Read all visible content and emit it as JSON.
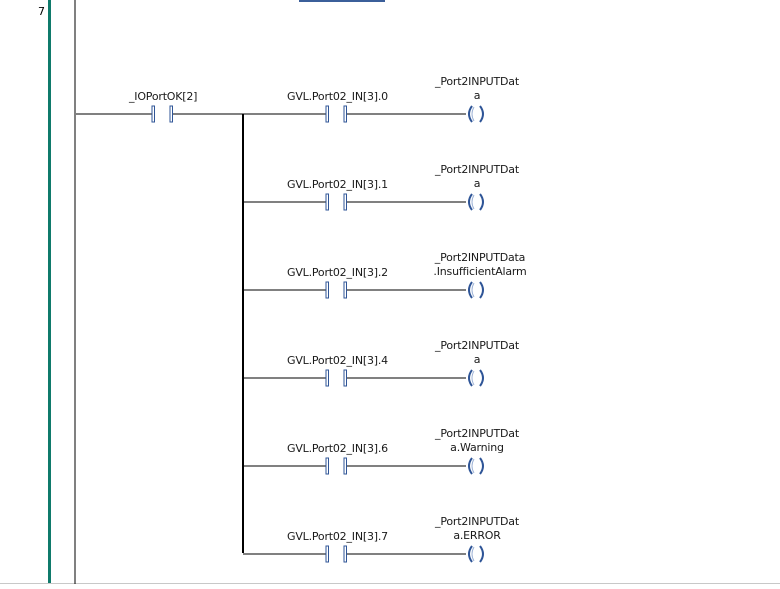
{
  "rung": {
    "number": "7"
  },
  "input_contact": {
    "label": "_IOPortOK[2]"
  },
  "branches": [
    {
      "contact_label": "GVL.Port02_IN[3].0",
      "coil_line1": "_Port2INPUTDat",
      "coil_line2": "a"
    },
    {
      "contact_label": "GVL.Port02_IN[3].1",
      "coil_line1": "_Port2INPUTDat",
      "coil_line2": "a"
    },
    {
      "contact_label": "GVL.Port02_IN[3].2",
      "coil_line1": "_Port2INPUTData",
      "coil_line2": ".InsufficientAlarm"
    },
    {
      "contact_label": "GVL.Port02_IN[3].4",
      "coil_line1": "_Port2INPUTDat",
      "coil_line2": "a"
    },
    {
      "contact_label": "GVL.Port02_IN[3].6",
      "coil_line1": "_Port2INPUTDat",
      "coil_line2": "a.Warning"
    },
    {
      "contact_label": "GVL.Port02_IN[3].7",
      "coil_line1": "_Port2INPUTDat",
      "coil_line2": "a.ERROR"
    }
  ],
  "colors": {
    "rail": "#0f7a6b",
    "element": "#2f5597",
    "wire": "#000000"
  }
}
